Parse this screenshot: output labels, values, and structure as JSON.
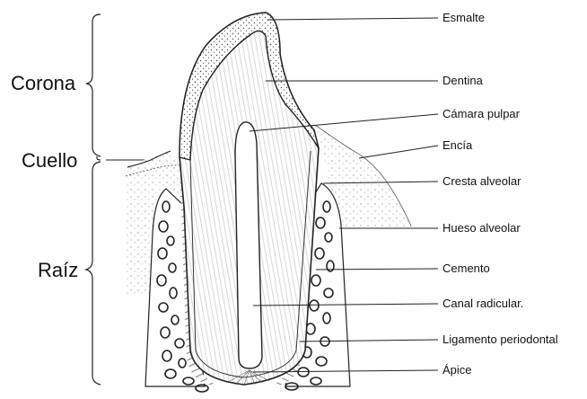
{
  "regions": {
    "crown": "Corona",
    "neck": "Cuello",
    "root": "Raíz"
  },
  "parts": {
    "enamel": "Esmalte",
    "dentin": "Dentina",
    "pulp_chamber": "Cámara pulpar",
    "gum": "Encía",
    "alveolar_crest": "Cresta alveolar",
    "alveolar_bone": "Hueso alveolar",
    "cementum": "Cemento",
    "root_canal": "Canal radicular.",
    "periodontal_ligament": "Ligamento periodontal",
    "apex": "Ápice"
  }
}
